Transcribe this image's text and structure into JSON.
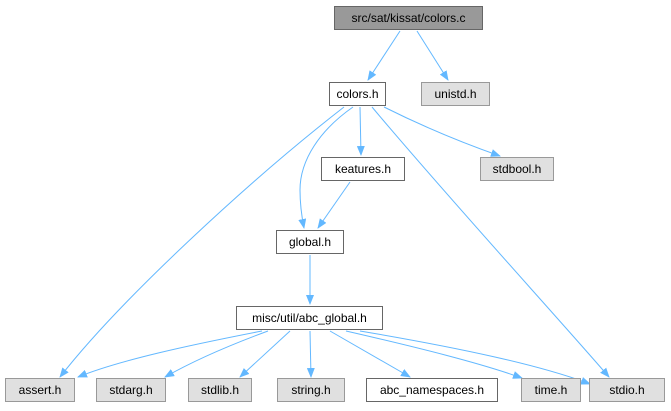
{
  "colors": {
    "edge": "#63b8ff",
    "root_fill": "#999999",
    "documented_fill": "#ffffff",
    "system_fill": "#e0e0e0",
    "border": "#666666",
    "system_border": "#999999"
  },
  "nodes": {
    "colors_c": {
      "label": "src/sat/kissat/colors.c",
      "kind": "root"
    },
    "colors_h": {
      "label": "colors.h",
      "kind": "doc"
    },
    "unistd_h": {
      "label": "unistd.h",
      "kind": "sys"
    },
    "keatures_h": {
      "label": "keatures.h",
      "kind": "doc"
    },
    "stdbool_h": {
      "label": "stdbool.h",
      "kind": "sys"
    },
    "global_h": {
      "label": "global.h",
      "kind": "doc"
    },
    "abc_global_h": {
      "label": "misc/util/abc_global.h",
      "kind": "doc"
    },
    "assert_h": {
      "label": "assert.h",
      "kind": "sys"
    },
    "stdarg_h": {
      "label": "stdarg.h",
      "kind": "sys"
    },
    "stdlib_h": {
      "label": "stdlib.h",
      "kind": "sys"
    },
    "string_h": {
      "label": "string.h",
      "kind": "sys"
    },
    "abc_namespaces_h": {
      "label": "abc_namespaces.h",
      "kind": "doc"
    },
    "time_h": {
      "label": "time.h",
      "kind": "sys"
    },
    "stdio_h": {
      "label": "stdio.h",
      "kind": "sys"
    }
  },
  "edges": [
    {
      "from": "colors_c",
      "to": "colors_h"
    },
    {
      "from": "colors_c",
      "to": "unistd_h"
    },
    {
      "from": "colors_h",
      "to": "keatures_h"
    },
    {
      "from": "colors_h",
      "to": "stdbool_h"
    },
    {
      "from": "colors_h",
      "to": "global_h"
    },
    {
      "from": "colors_h",
      "to": "assert_h"
    },
    {
      "from": "colors_h",
      "to": "stdio_h"
    },
    {
      "from": "keatures_h",
      "to": "global_h"
    },
    {
      "from": "global_h",
      "to": "abc_global_h"
    },
    {
      "from": "abc_global_h",
      "to": "assert_h"
    },
    {
      "from": "abc_global_h",
      "to": "stdarg_h"
    },
    {
      "from": "abc_global_h",
      "to": "stdlib_h"
    },
    {
      "from": "abc_global_h",
      "to": "string_h"
    },
    {
      "from": "abc_global_h",
      "to": "abc_namespaces_h"
    },
    {
      "from": "abc_global_h",
      "to": "time_h"
    },
    {
      "from": "abc_global_h",
      "to": "stdio_h"
    }
  ]
}
